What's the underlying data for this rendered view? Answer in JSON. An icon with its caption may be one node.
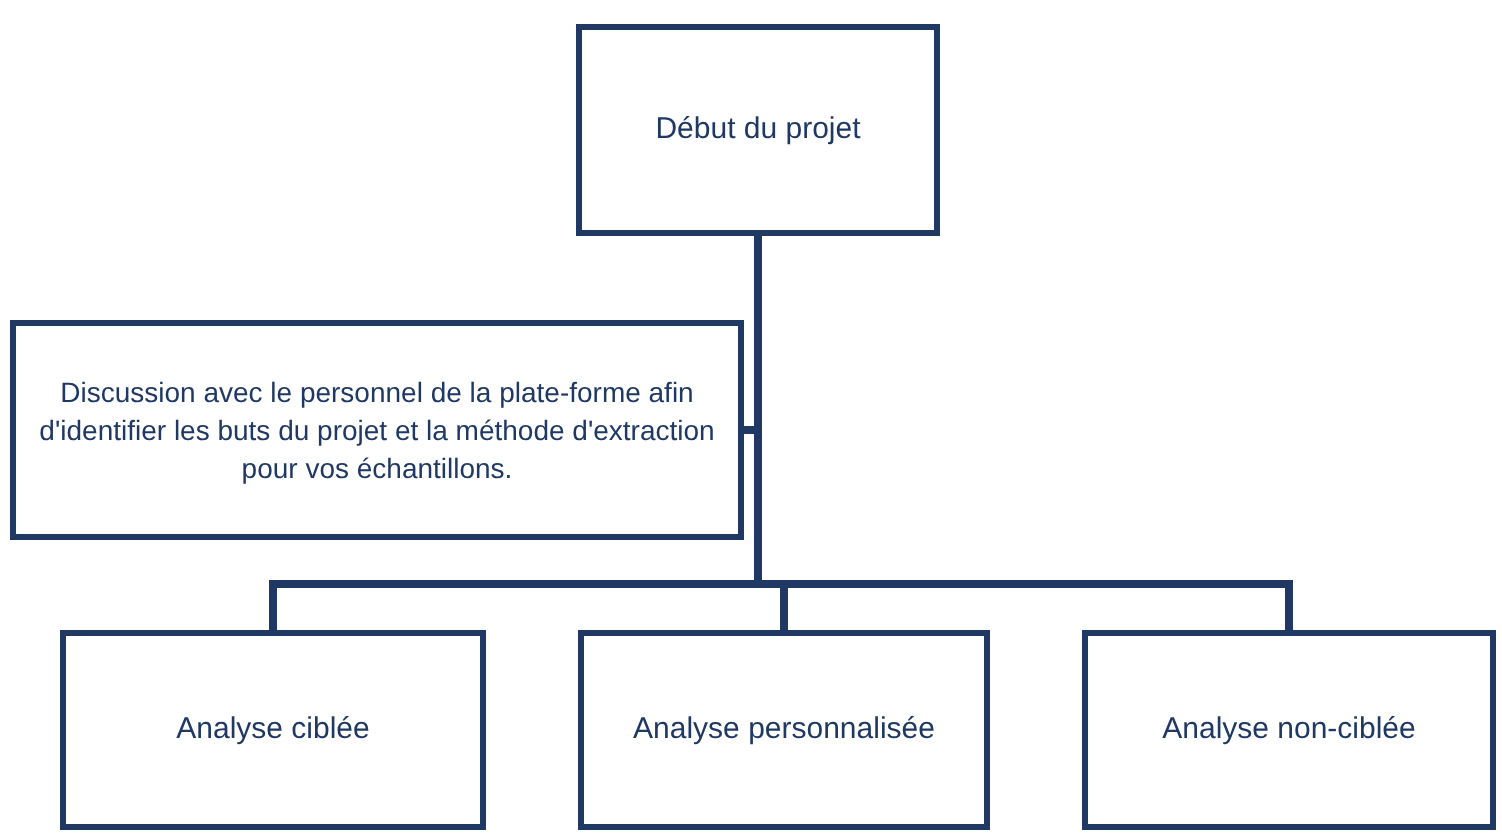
{
  "diagram": {
    "nodes": [
      {
        "text": [
          "Début du projet"
        ]
      },
      {
        "text": [
          "Discussion avec le personnel de la plate-forme afin d'identifier les buts du projet et la méthode d'extraction pour vos échantillons."
        ]
      },
      {
        "text": [
          "Analyse ciblée"
        ]
      },
      {
        "text": [
          "Analyse personnalisée"
        ]
      },
      {
        "text": [
          "Analyse non-ciblée"
        ]
      }
    ],
    "edges": [
      {
        "from": 0,
        "to": 1,
        "arrow": "none"
      },
      {
        "from": 0,
        "to": 2,
        "arrow": "none"
      },
      {
        "from": 0,
        "to": 3,
        "arrow": "none"
      },
      {
        "from": 0,
        "to": 4,
        "arrow": "none"
      }
    ]
  }
}
